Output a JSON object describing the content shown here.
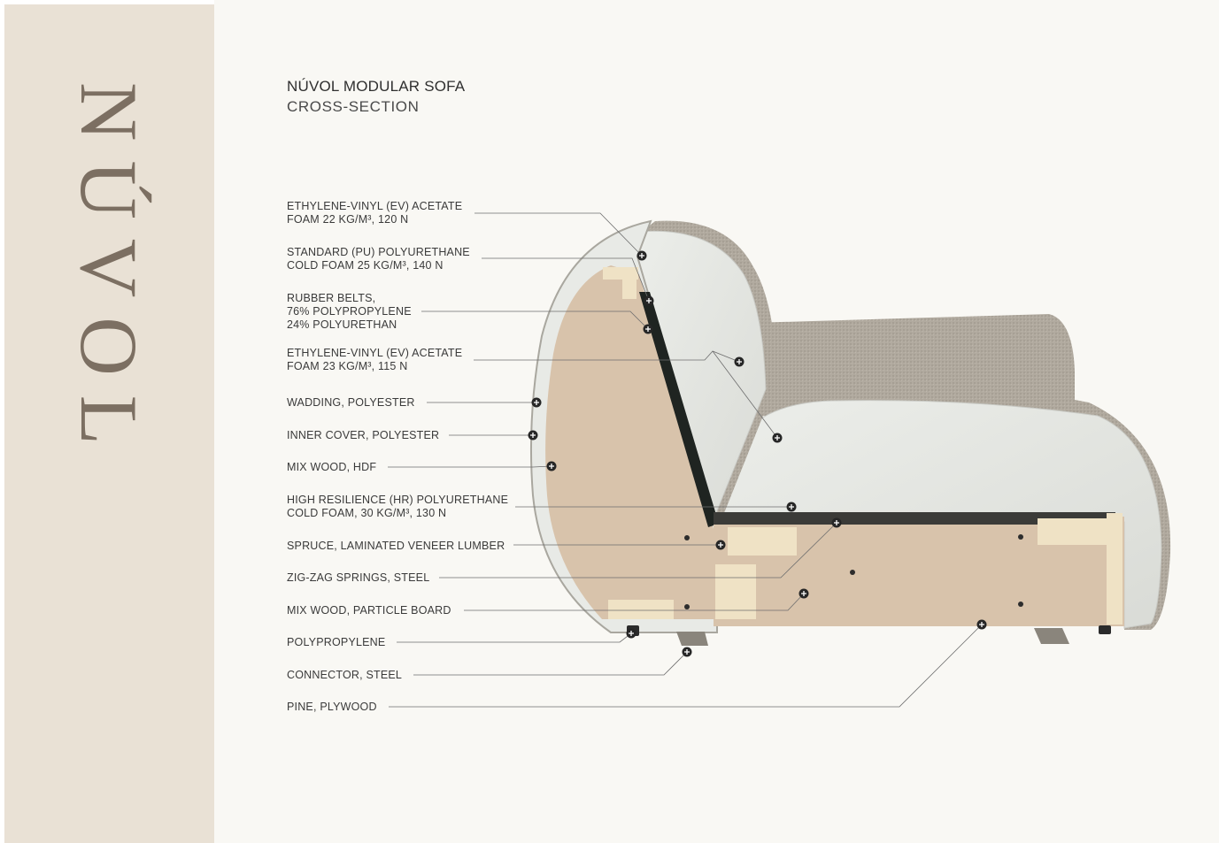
{
  "brand": "NÚVOL",
  "heading": {
    "title": "NÚVOL MODULAR SOFA",
    "subtitle": "CROSS-SECTION"
  },
  "colors": {
    "sidebar": "#e9e1d5",
    "brand_text": "#7c6f62",
    "background": "#f9f8f4",
    "fabric": "#b1aa9f",
    "foam": "#e5e6e2",
    "wood": "#d8c3ab",
    "lumber": "#efe2c5"
  },
  "icons": {
    "marker": "plus-in-circle-icon"
  },
  "components": [
    {
      "line1": "ETHYLENE-VINYL (EV) ACETATE",
      "line2": "FOAM 22 KG/M³, 120 N"
    },
    {
      "line1": "STANDARD (PU) POLYURETHANE",
      "line2": "COLD FOAM 25 KG/M³, 140 N"
    },
    {
      "line1": "RUBBER BELTS,",
      "line2": "76% POLYPROPYLENE",
      "line3": "24% POLYURETHAN"
    },
    {
      "line1": "ETHYLENE-VINYL (EV) ACETATE",
      "line2": "FOAM 23 KG/M³, 115 N"
    },
    {
      "line1": "WADDING, POLYESTER"
    },
    {
      "line1": "INNER COVER, POLYESTER"
    },
    {
      "line1": "MIX WOOD, HDF"
    },
    {
      "line1": "HIGH RESILIENCE (HR) POLYURETHANE",
      "line2": "COLD FOAM, 30 KG/M³, 130 N"
    },
    {
      "line1": "SPRUCE, LAMINATED VENEER LUMBER"
    },
    {
      "line1": "ZIG-ZAG SPRINGS, STEEL"
    },
    {
      "line1": "MIX WOOD, PARTICLE BOARD"
    },
    {
      "line1": "POLYPROPYLENE"
    },
    {
      "line1": "CONNECTOR, STEEL"
    },
    {
      "line1": "PINE, PLYWOOD"
    }
  ]
}
